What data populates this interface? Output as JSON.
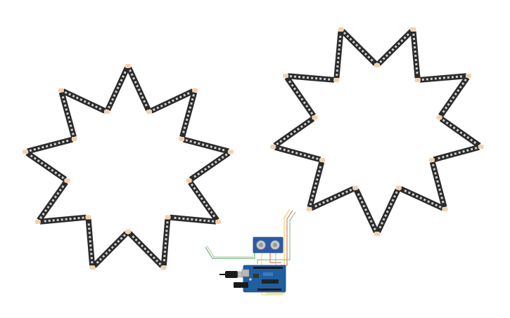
{
  "scene": {
    "background": "#ffffff"
  },
  "strips": [
    {
      "name": "left-star-led-strip",
      "points": 9,
      "strip_color": "#2b2b2b",
      "led_color": "#d0d0d0",
      "connector_color": "#f0d2b0"
    },
    {
      "name": "right-star-led-strip",
      "points": 9,
      "strip_color": "#2b2b2b",
      "led_color": "#d0d0d0",
      "connector_color": "#f0d2b0"
    }
  ],
  "components": {
    "microcontroller": {
      "board_color": "#1f5fa0",
      "header_color": "#1a1a1a"
    },
    "ultrasonic_sensor": {
      "board_color": "#2b5aa8",
      "transducer_color": "#c8c8c8"
    },
    "usb_cable": {
      "color": "#111111",
      "plug_color": "#c0c0c0"
    }
  },
  "wires": {
    "colors": [
      "#e8d35a",
      "#6bbf6a",
      "#e05a5a",
      "#b8b8b8",
      "#5aa8e0"
    ]
  }
}
